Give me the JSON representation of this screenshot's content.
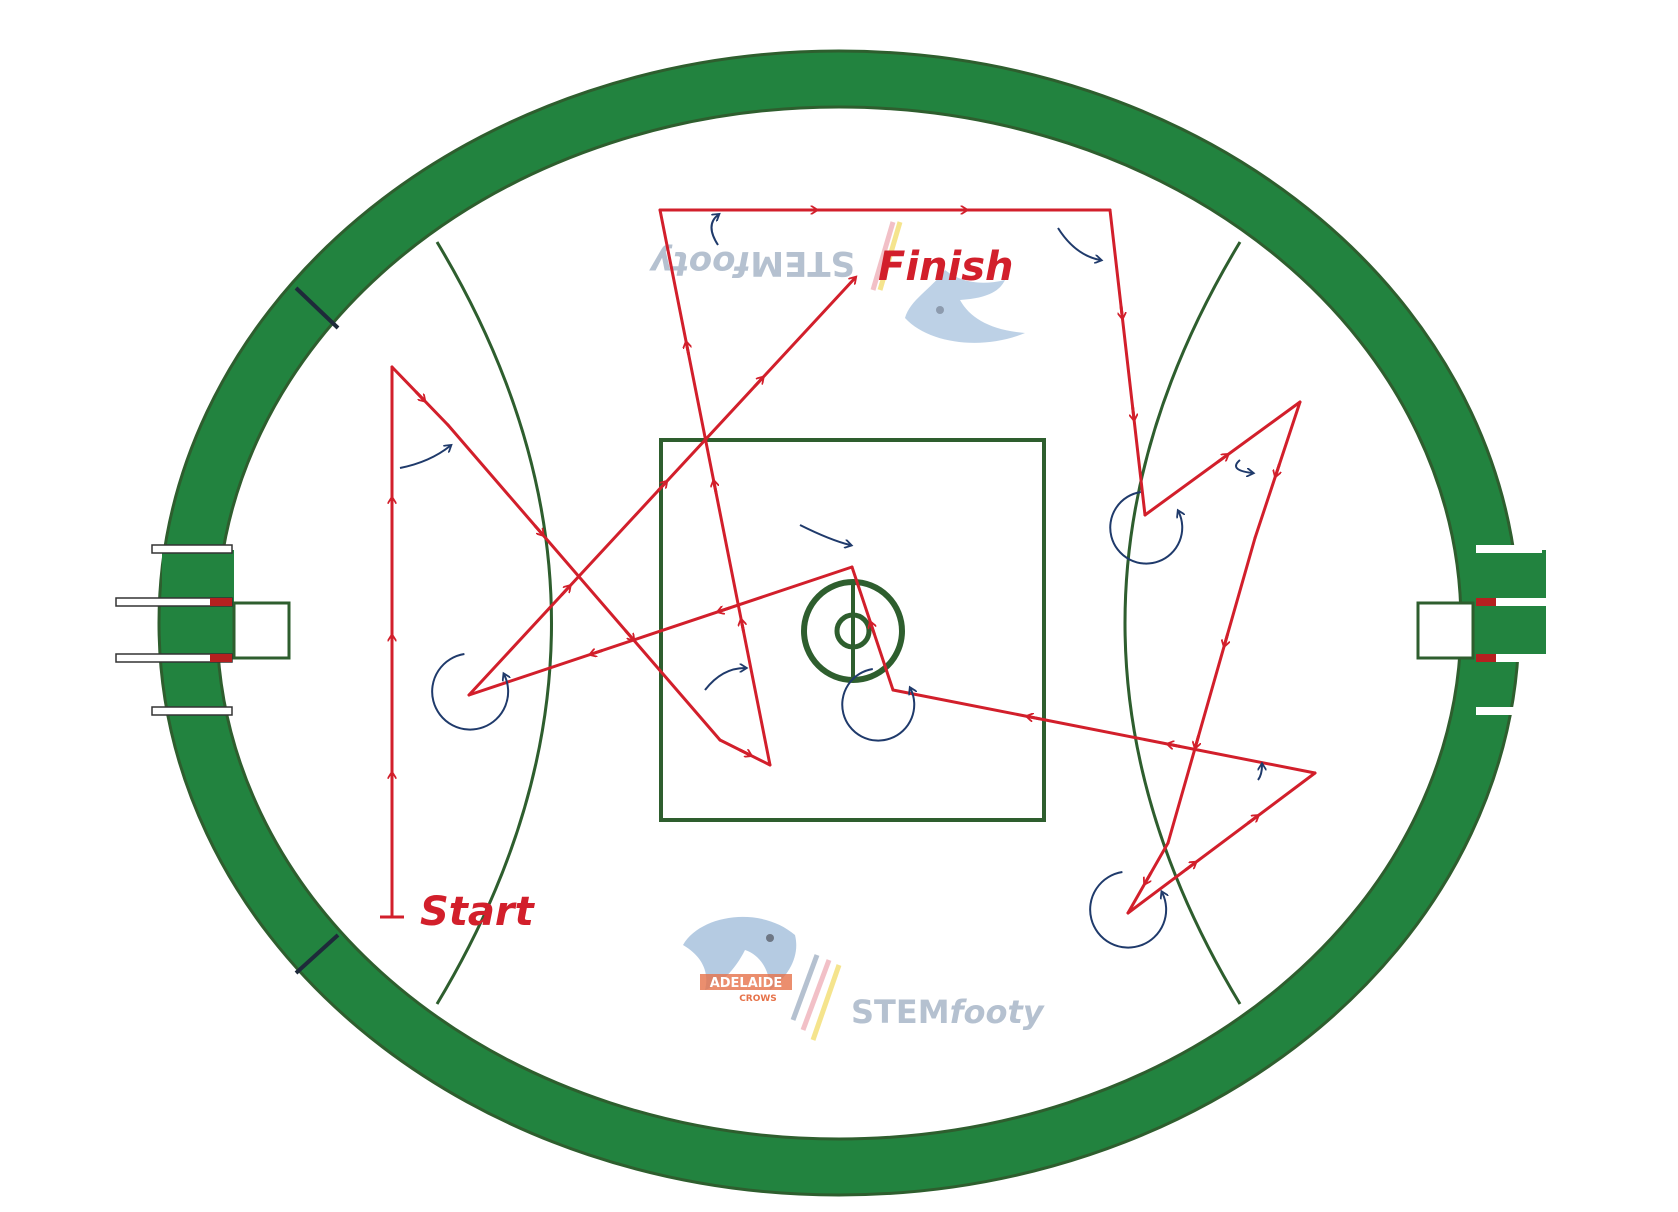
{
  "labels": {
    "start": "Start",
    "finish": "Finish"
  },
  "branding": {
    "club_primary": "ADELAIDE",
    "club_secondary": "CROWS",
    "stem_plain": "STEM",
    "stem_italic": "footy"
  },
  "colors": {
    "ground_green": "#22833f",
    "line_green": "#2e5e2e",
    "path_red": "#d21f2b",
    "turn_navy": "#1f3a6b",
    "watermark": "#a9b7c8"
  },
  "icons": {
    "turn": "curved-turn-arrow-icon",
    "spin": "spin-circle-icon"
  }
}
